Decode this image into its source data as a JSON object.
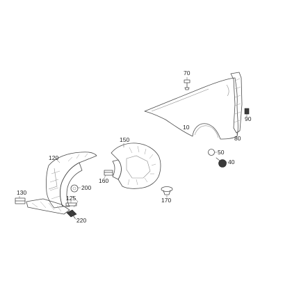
{
  "labels": {
    "p10": "10",
    "p40": "40",
    "p50": "50",
    "p70": "70",
    "p80": "80",
    "p90": "90",
    "p120": "120",
    "p125": "125",
    "p130": "130",
    "p150": "150",
    "p160": "160",
    "p170": "170",
    "p200": "200",
    "p220": "220"
  }
}
